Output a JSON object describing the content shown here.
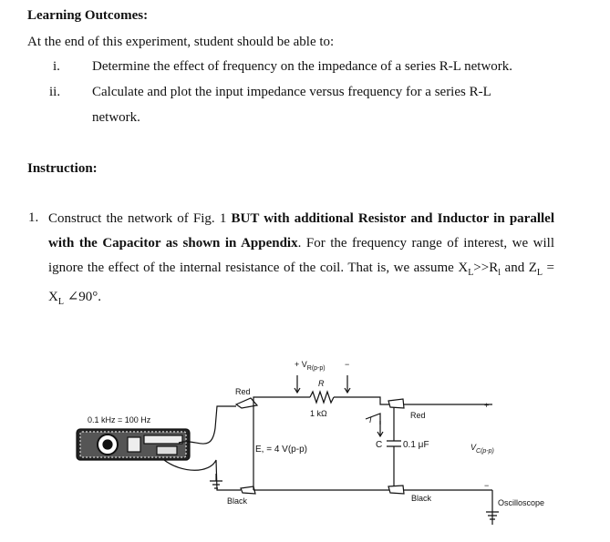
{
  "learning": {
    "heading": "Learning Outcomes:",
    "intro": "At the end of this experiment, student should be able to:",
    "items": [
      {
        "num": "i.",
        "text": "Determine the effect of frequency on the impedance of a series R-L network."
      },
      {
        "num": "ii.",
        "text": "Calculate and plot the input impedance versus frequency for a series R-L",
        "text2": "network."
      }
    ]
  },
  "instruction": {
    "heading": "Instruction:",
    "num": "1.",
    "parts": [
      "Construct the network of Fig. 1 ",
      "BUT with additional Resistor and Inductor in parallel with the Capacitor as shown in Appendix",
      ". For the frequency range of interest, we will ignore the effect of the internal resistance of the coil. That is, we assume X",
      "L",
      ">>R",
      "l",
      " and Z",
      "L",
      " = X",
      "L",
      " ∠90°."
    ]
  },
  "circuit": {
    "generator_label": "0.1 kHz = 100 Hz",
    "red_left": "Red",
    "black_left": "Black",
    "source_label": "E, = 4 V(p-p)",
    "vr_label": "+ V",
    "vr_sub": "R(p-p)",
    "vr_minus": "−",
    "r_label": "R",
    "r_value": "1 kΩ",
    "current_label": "I",
    "red_right": "Red",
    "c_label": "C",
    "c_value": "0.1 μF",
    "black_right": "Black",
    "vc_label": "V",
    "vc_sub": "C(p-p)",
    "plus": "+",
    "minus": "−",
    "scope_label": "Oscilloscope"
  }
}
